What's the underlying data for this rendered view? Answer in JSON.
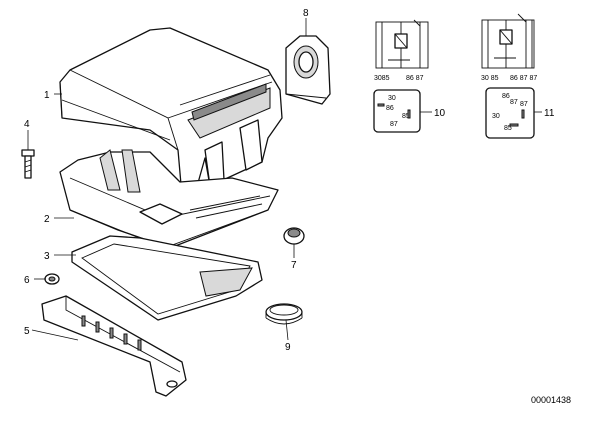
{
  "callouts": {
    "c1": "1",
    "c2": "2",
    "c3": "3",
    "c4": "4",
    "c5": "5",
    "c6": "6",
    "c7": "7",
    "c8": "8",
    "c9": "9",
    "c10": "10",
    "c11": "11"
  },
  "relay_a": {
    "pins_top_left": "3085",
    "pins_top_right": "86 87",
    "socket_pins": [
      "30",
      "86",
      "85",
      "87"
    ]
  },
  "relay_b": {
    "pins_top_left": "30 85",
    "pins_top_right": "86 87 87",
    "socket_pins": [
      "86",
      "87",
      "87",
      "30",
      "85"
    ]
  },
  "reference_number": "00001438"
}
